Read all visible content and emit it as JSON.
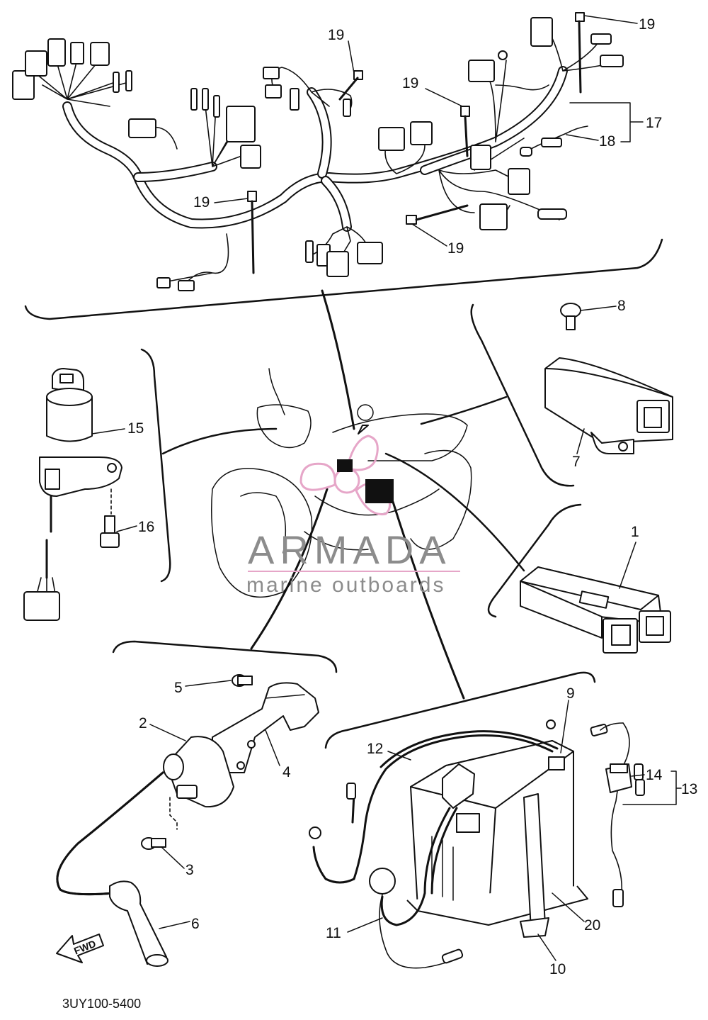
{
  "diagram": {
    "part_number": "3UY100-5400",
    "fwd_label": "FWD",
    "callouts": [
      {
        "id": "c1",
        "label": "1"
      },
      {
        "id": "c2",
        "label": "2"
      },
      {
        "id": "c3",
        "label": "3"
      },
      {
        "id": "c4",
        "label": "4"
      },
      {
        "id": "c5",
        "label": "5"
      },
      {
        "id": "c6",
        "label": "6"
      },
      {
        "id": "c7",
        "label": "7"
      },
      {
        "id": "c8",
        "label": "8"
      },
      {
        "id": "c9",
        "label": "9"
      },
      {
        "id": "c10",
        "label": "10"
      },
      {
        "id": "c11",
        "label": "11"
      },
      {
        "id": "c12",
        "label": "12"
      },
      {
        "id": "c13",
        "label": "13"
      },
      {
        "id": "c14",
        "label": "14"
      },
      {
        "id": "c15",
        "label": "15"
      },
      {
        "id": "c16",
        "label": "16"
      },
      {
        "id": "c17",
        "label": "17"
      },
      {
        "id": "c18",
        "label": "18"
      },
      {
        "id": "c19a",
        "label": "19"
      },
      {
        "id": "c19b",
        "label": "19"
      },
      {
        "id": "c19c",
        "label": "19"
      },
      {
        "id": "c19d",
        "label": "19"
      },
      {
        "id": "c20",
        "label": "20"
      }
    ]
  },
  "watermark": {
    "brand": "ARMADA",
    "tagline": "marine outboards",
    "color_text": "#8c8c8c",
    "color_accent": "#e6a6c8"
  }
}
